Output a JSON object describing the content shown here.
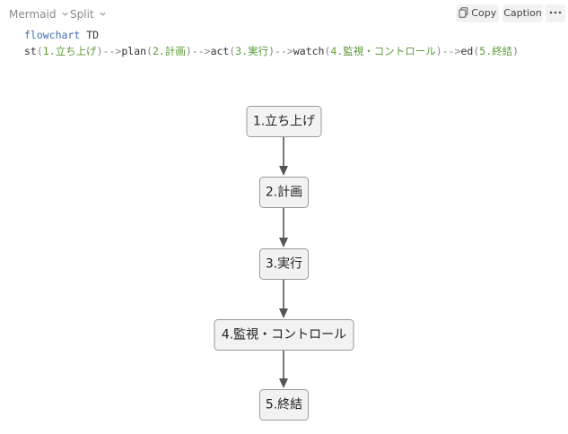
{
  "toolbar": {
    "mode_label": "Mermaid",
    "view_label": "Split",
    "copy_label": "Copy",
    "caption_label": "Caption"
  },
  "code": {
    "line1": {
      "keyword": "flowchart",
      "direction": "TD"
    },
    "line2": [
      {
        "kind": "id",
        "text": "st"
      },
      {
        "kind": "op",
        "text": "("
      },
      {
        "kind": "str",
        "text": "1.立ち上げ"
      },
      {
        "kind": "op",
        "text": ")-->"
      },
      {
        "kind": "id",
        "text": "plan"
      },
      {
        "kind": "op",
        "text": "("
      },
      {
        "kind": "str",
        "text": "2.計画"
      },
      {
        "kind": "op",
        "text": ")-->"
      },
      {
        "kind": "id",
        "text": "act"
      },
      {
        "kind": "op",
        "text": "("
      },
      {
        "kind": "str",
        "text": "3.実行"
      },
      {
        "kind": "op",
        "text": ")-->"
      },
      {
        "kind": "id",
        "text": "watch"
      },
      {
        "kind": "op",
        "text": "("
      },
      {
        "kind": "str",
        "text": "4.監視・コントロール"
      },
      {
        "kind": "op",
        "text": ")-->"
      },
      {
        "kind": "id",
        "text": "ed"
      },
      {
        "kind": "op",
        "text": "("
      },
      {
        "kind": "str",
        "text": "5.終結"
      },
      {
        "kind": "op",
        "text": ")"
      }
    ]
  },
  "flowchart": {
    "nodes": [
      {
        "id": "st",
        "label": "1.立ち上げ"
      },
      {
        "id": "plan",
        "label": "2.計画"
      },
      {
        "id": "act",
        "label": "3.実行"
      },
      {
        "id": "watch",
        "label": "4.監視・コントロール"
      },
      {
        "id": "ed",
        "label": "5.終結"
      }
    ],
    "edges": [
      {
        "from": "st",
        "to": "plan"
      },
      {
        "from": "plan",
        "to": "act"
      },
      {
        "from": "act",
        "to": "watch"
      },
      {
        "from": "watch",
        "to": "ed"
      }
    ]
  },
  "colors": {
    "keyword": "#3f6fb0",
    "string": "#5a9a3a",
    "operator": "#888888",
    "node_fill": "#f2f2f2",
    "node_stroke": "#9a9a9a",
    "edge": "#555555"
  },
  "icons": {
    "copy": "clipboard-icon",
    "more": "more-horizontal-icon",
    "dropdown": "chevron-down-icon"
  }
}
